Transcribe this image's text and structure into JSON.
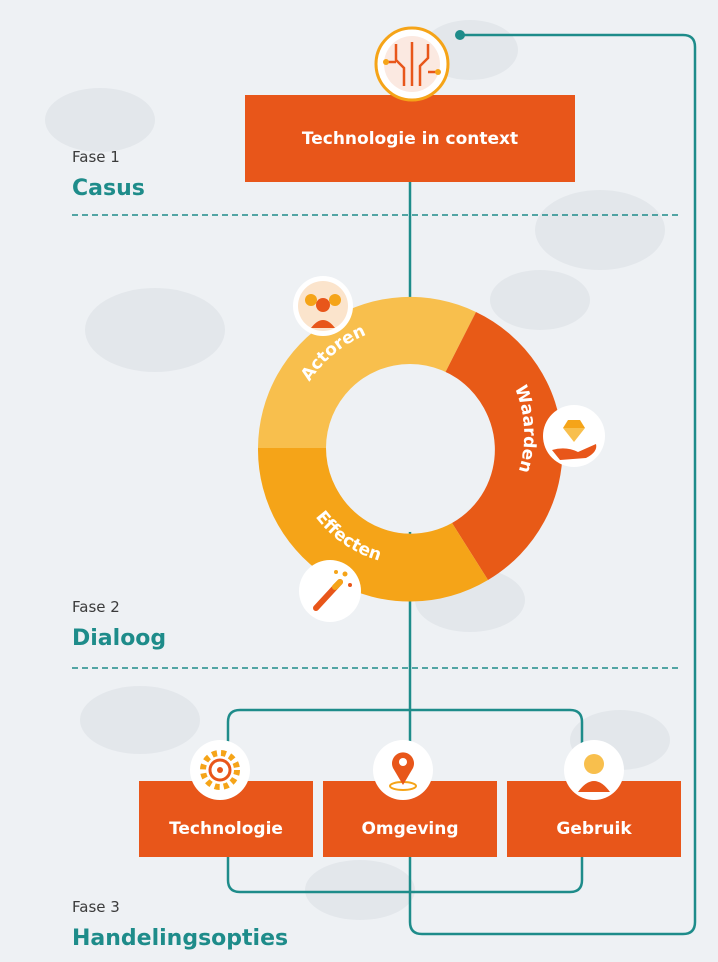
{
  "phases": [
    {
      "small": "Fase 1",
      "big": "Casus"
    },
    {
      "small": "Fase 2",
      "big": "Dialoog"
    },
    {
      "small": "Fase 3",
      "big": "Handelingsopties"
    }
  ],
  "top_box": {
    "label": "Technologie in context"
  },
  "ring": {
    "segments": [
      {
        "label": "Actoren",
        "color": "#f8bf4d"
      },
      {
        "label": "Waarden",
        "color": "#e85a17"
      },
      {
        "label": "Effecten",
        "color": "#f5a418"
      }
    ]
  },
  "bottom_boxes": [
    {
      "label": "Technologie"
    },
    {
      "label": "Omgeving"
    },
    {
      "label": "Gebruik"
    }
  ],
  "colors": {
    "accent_orange": "#e8561a",
    "teal": "#1e8c8a",
    "background": "#eef1f4"
  },
  "icons": [
    "circuit-icon",
    "people-icon",
    "diamond-hand-icon",
    "magic-wand-icon",
    "gear-icon",
    "location-pin-icon",
    "user-icon"
  ]
}
